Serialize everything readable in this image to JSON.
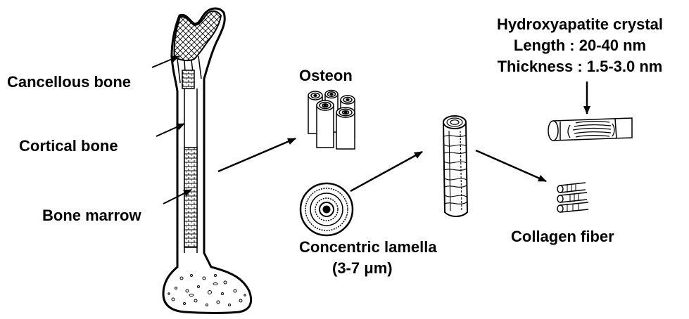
{
  "labels": {
    "cancellous_bone": "Cancellous bone",
    "cortical_bone": "Cortical bone",
    "bone_marrow": "Bone marrow",
    "osteon": "Osteon",
    "concentric_lamella": "Concentric lamella",
    "lamella_size": "(3-7 μm)",
    "collagen_fiber": "Collagen fiber",
    "hydroxyapatite_crystal": "Hydroxyapatite crystal",
    "crystal_length": "Length : 20-40 nm",
    "crystal_thickness": "Thickness : 1.5-3.0 nm"
  },
  "colors": {
    "ink": "#000000",
    "background": "#ffffff"
  }
}
